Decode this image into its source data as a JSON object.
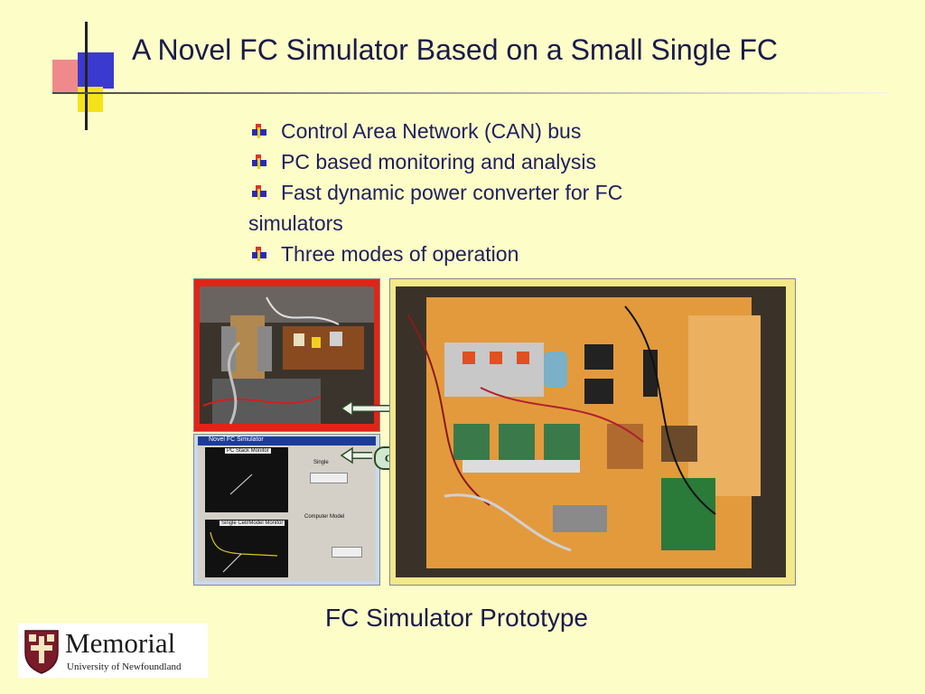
{
  "slide": {
    "title": "A Novel FC Simulator Based on a Small Single FC",
    "bullets": [
      {
        "text": "Control Area Network (CAN) bus"
      },
      {
        "text": "PC based monitoring and analysis"
      },
      {
        "text": "Fast dynamic power converter for FC",
        "continuation": "simulators"
      },
      {
        "text": "Three modes of operation"
      }
    ],
    "caption": "FC Simulator Prototype",
    "can_bus_label": "CAN BUS"
  },
  "software_window": {
    "title": "Novel FC Simulator",
    "panel1_title": "PC Stack Monitor",
    "panel2_title": "Single Cell/Model Monitor",
    "group1": "Single",
    "group2": "Computer Model"
  },
  "logo": {
    "name": "Memorial",
    "subtitle": "University of Newfoundland"
  },
  "colors": {
    "background": "#fdfdc8",
    "title_text": "#1a1a4a",
    "bullet_text": "#202060",
    "accent_red": "#f08a8a",
    "accent_blue": "#3a3ad0",
    "accent_yellow": "#f5e21a",
    "board_orange": "#e8a040",
    "logo_maroon": "#7a1b2a"
  }
}
